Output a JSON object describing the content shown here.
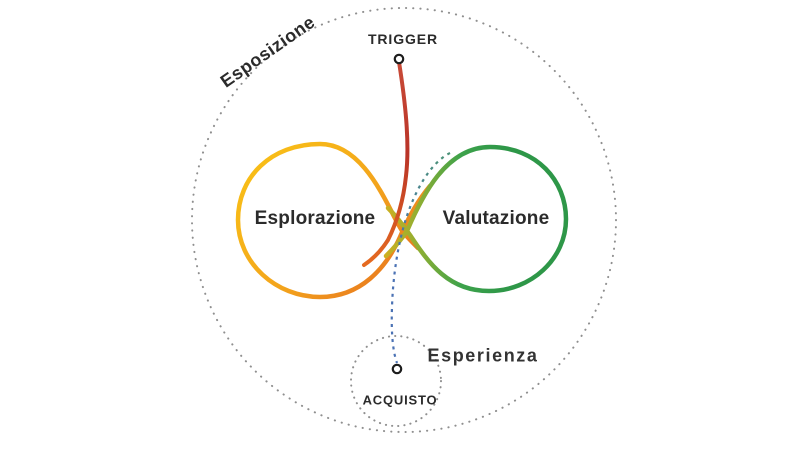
{
  "diagram": {
    "name": "messy-middle-journey-diagram",
    "labels": {
      "exposure": "Esposizione",
      "trigger": "TRIGGER",
      "exploration": "Esplorazione",
      "evaluation": "Valutazione",
      "experience": "Esperienza",
      "purchase": "ACQUISTO"
    },
    "colors": {
      "yellow": "#F8BD17",
      "amber": "#F3A41C",
      "orange": "#E56A20",
      "olive": "#D8B11E",
      "yellow_green": "#8CAE33",
      "green": "#3DA24B",
      "green_dark": "#2E9748",
      "red": "#C94B38",
      "red_dark": "#B93428",
      "teal": "#4A9178",
      "blue": "#4B72B4",
      "dots": "#8F8F8F",
      "marker_stroke": "#1C1C1C",
      "text": "#2B2B2B",
      "background": "#FFFFFF"
    }
  }
}
